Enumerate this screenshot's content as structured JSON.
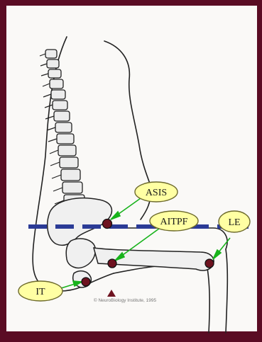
{
  "labels": {
    "asis": "ASIS",
    "aitpf": "AITPF",
    "le": "LE",
    "it": "IT"
  },
  "credit": "© NeuroBiology Institute, 1995",
  "colors": {
    "frame": "#5a0c24",
    "panel": "#faf9f7",
    "label_fill": "#ffffa3",
    "label_stroke": "#6d6a2c",
    "marker_fill": "#6e1320",
    "arrow": "#18b31b",
    "dashed_line": "#2b3b96",
    "drawing": "#222222"
  },
  "icons": {
    "marker": "circle-marker-icon",
    "pointer": "triangle-pointer-icon"
  }
}
